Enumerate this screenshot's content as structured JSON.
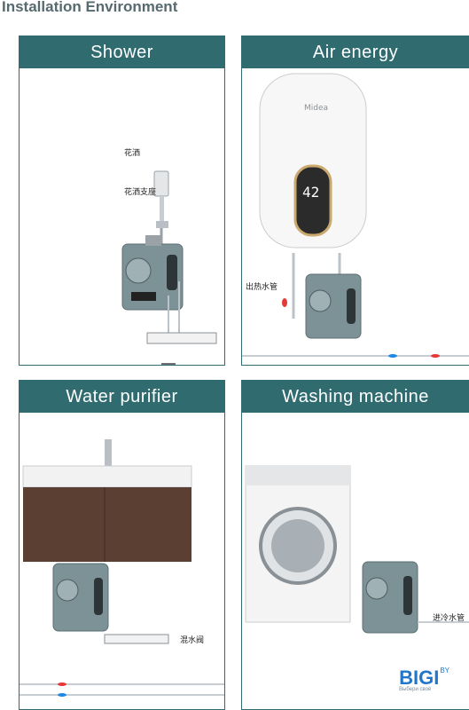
{
  "page": {
    "title": "Installation Environment"
  },
  "panels": [
    {
      "title": "Shower",
      "labels": [
        "花洒",
        "花洒支座"
      ]
    },
    {
      "title": "Air energy",
      "heater_brand": "Midea",
      "heater_display": "42",
      "labels": [
        "出热水管"
      ]
    },
    {
      "title": "Water purifier",
      "labels": [
        "混水阀"
      ]
    },
    {
      "title": "Washing machine",
      "labels": [
        "进冷水管"
      ]
    }
  ],
  "logo": {
    "text": "BIGI",
    "suffix": "BY",
    "tagline": "Выбери своё"
  },
  "colors": {
    "header": "#2f6b6f",
    "hot_pipe": "#e53935",
    "cold_pipe": "#1e88e5",
    "device": "#7d9296"
  }
}
